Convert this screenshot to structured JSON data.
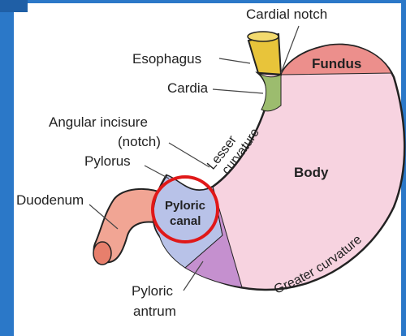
{
  "labels": {
    "cardial_notch": "Cardial notch",
    "esophagus": "Esophagus",
    "fundus": "Fundus",
    "cardia": "Cardia",
    "angular_incisure_line1": "Angular incisure",
    "angular_incisure_line2": "(notch)",
    "lesser_curvature_line1": "Lesser",
    "lesser_curvature_line2": "curvature",
    "body": "Body",
    "pylorus": "Pylorus",
    "duodenum": "Duodenum",
    "pyloric_canal_line1": "Pyloric",
    "pyloric_canal_line2": "canal",
    "pyloric_antrum_line1": "Pyloric",
    "pyloric_antrum_line2": "antrum",
    "greater_curvature": "Greater curvature"
  },
  "colors": {
    "frame": "#2b78c8",
    "stomach_body": "#f7d3e0",
    "fundus": "#ec8f8c",
    "esophagus": "#e8c43a",
    "cardia": "#9cbc6e",
    "pyloric_canal": "#b8c2e8",
    "pyloric_antrum": "#c590cf",
    "duodenum": "#f1a594",
    "highlight_circle": "#e01818"
  }
}
